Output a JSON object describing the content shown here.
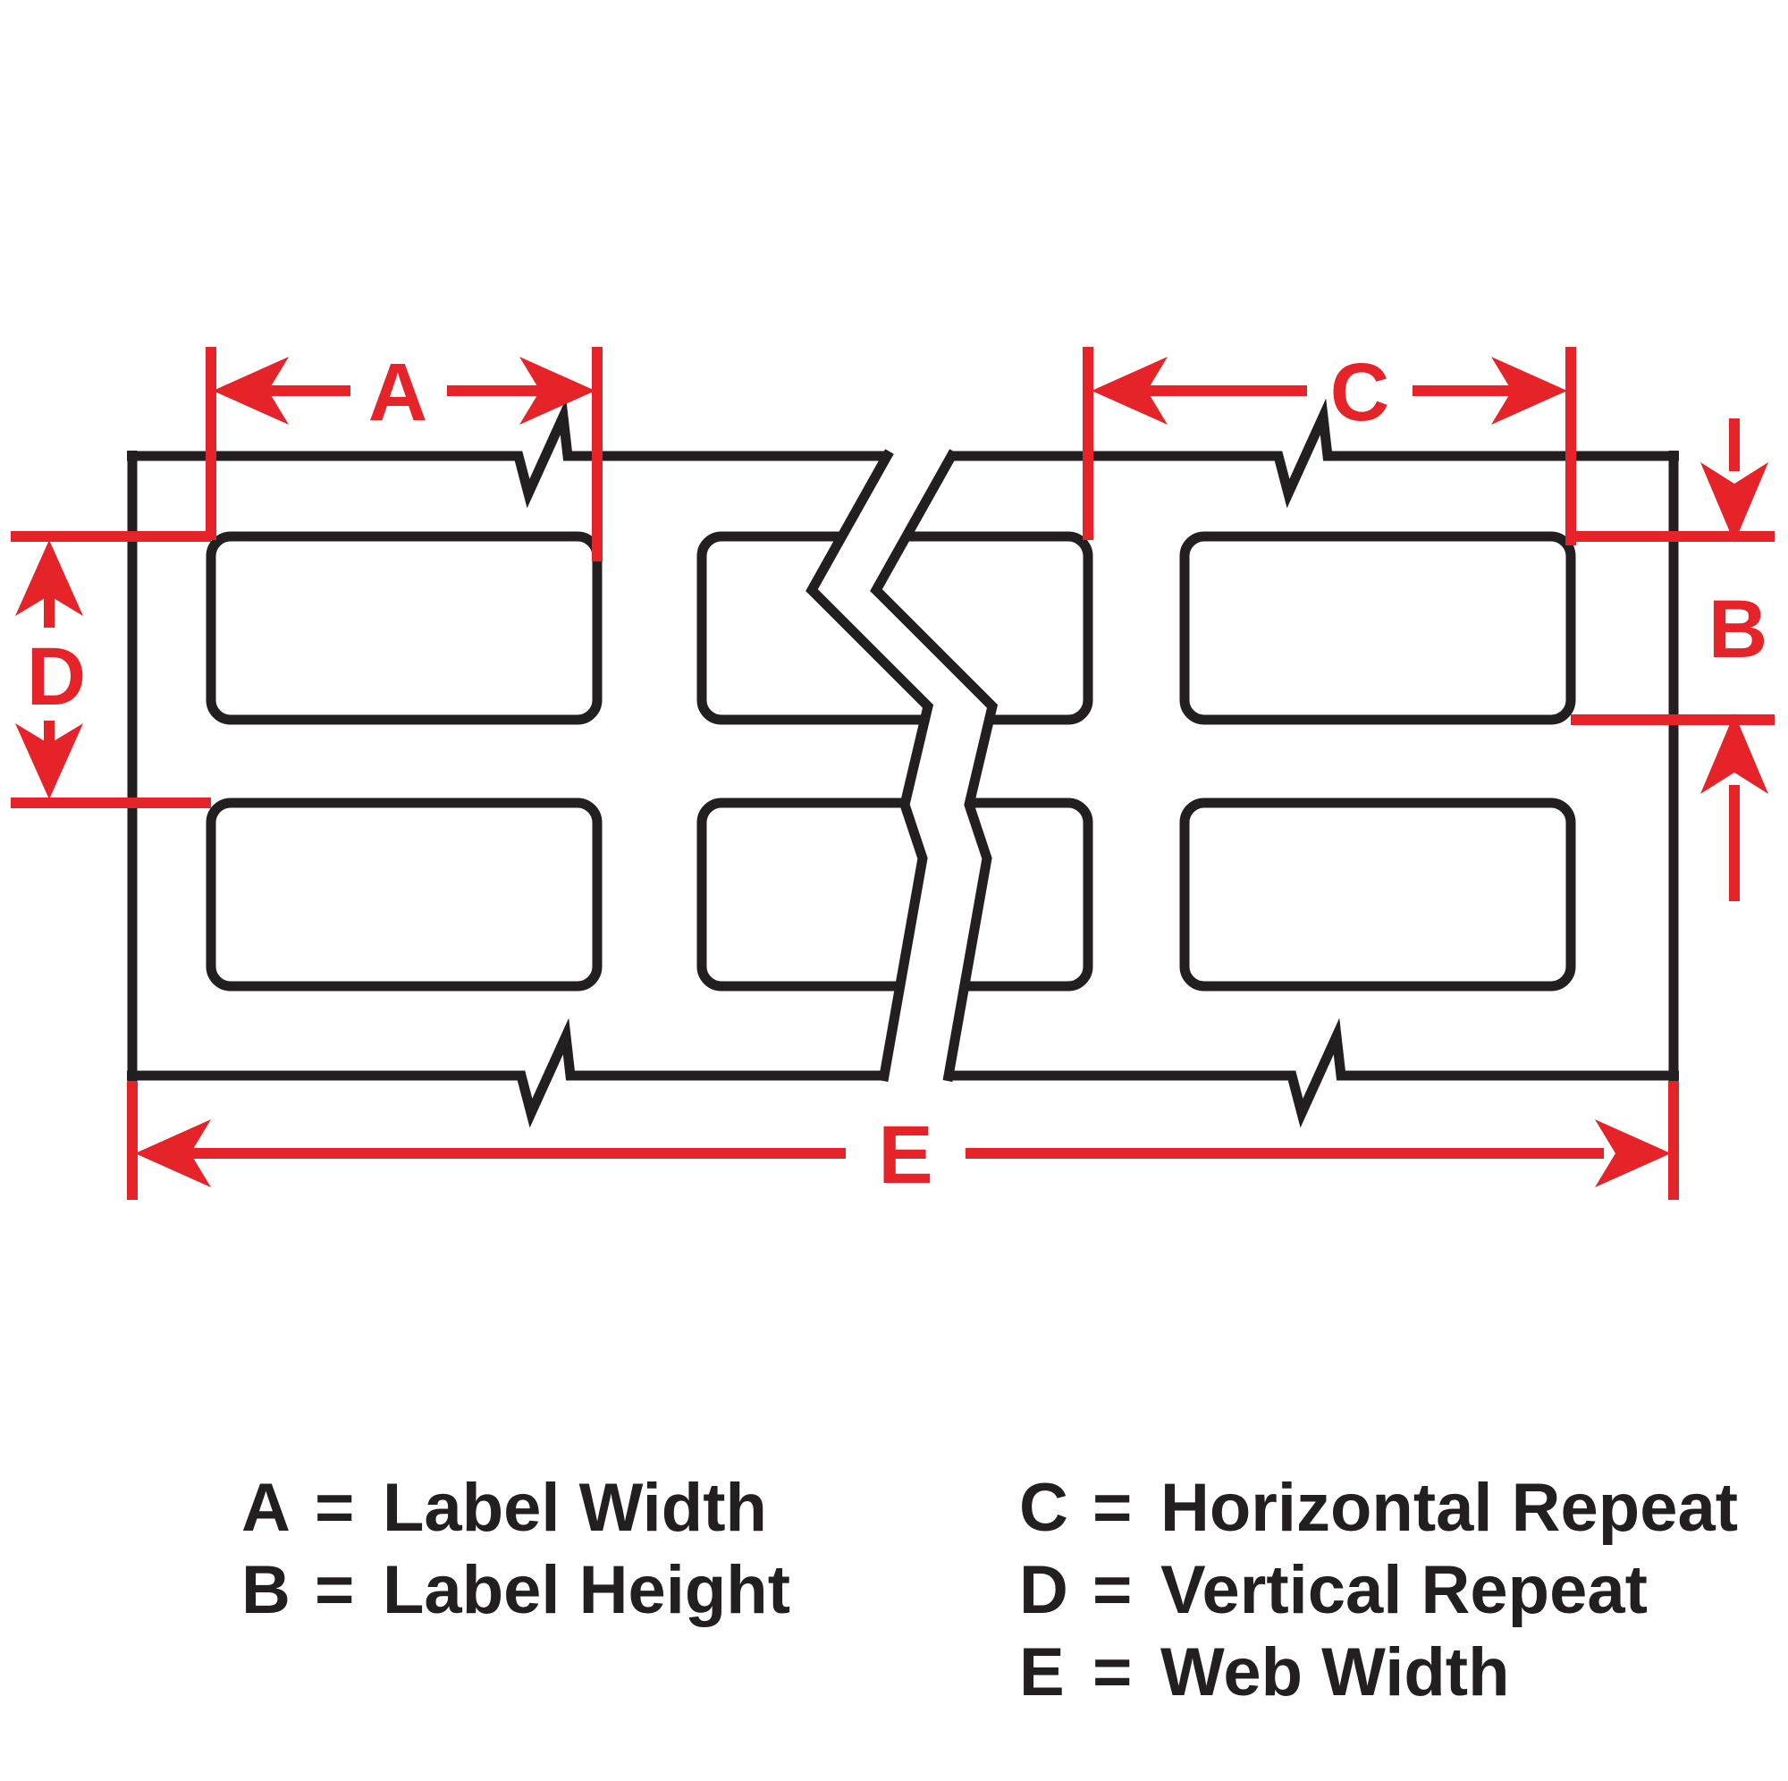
{
  "diagram": {
    "type": "label-web-dimension-spec",
    "colors": {
      "accent_red": "#e62329",
      "line_black": "#231f20",
      "background": "#ffffff"
    },
    "dimensions": {
      "a": "A",
      "b": "B",
      "c": "C",
      "d": "D",
      "e": "E"
    }
  },
  "legend": {
    "separator": "=",
    "left": [
      {
        "letter": "A",
        "label": "Label Width"
      },
      {
        "letter": "B",
        "label": "Label Height"
      }
    ],
    "right": [
      {
        "letter": "C",
        "label": "Horizontal Repeat"
      },
      {
        "letter": "D",
        "label": "Vertical Repeat"
      },
      {
        "letter": "E",
        "label": "Web Width"
      }
    ]
  }
}
